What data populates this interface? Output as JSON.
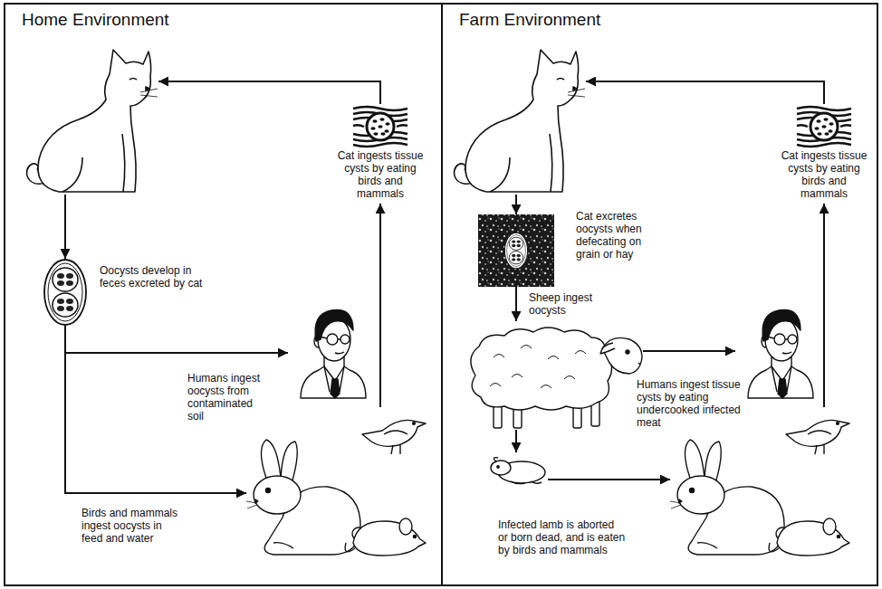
{
  "diagram": {
    "nodes": [
      {
        "text": [
          "Home Environment"
        ]
      },
      {
        "text": [],
        "in": 0
      },
      {
        "text": [
          "Oocysts develop in feces excreted by cat"
        ],
        "in": 0
      },
      {
        "text": [
          "Humans ingest oocysts from contaminated soil"
        ],
        "in": 0
      },
      {
        "text": [
          "Birds and mammals ingest oocysts in feed and water"
        ],
        "in": 0
      },
      {
        "text": [
          "Cat ingests tissue cysts by eating birds and mammals"
        ],
        "in": 0
      },
      {
        "text": [
          "Farm Environment"
        ]
      },
      {
        "text": [],
        "in": 6
      },
      {
        "text": [
          "Cat excretes oocysts when defecating on grain or hay"
        ],
        "in": 6
      },
      {
        "text": [],
        "in": 6
      },
      {
        "text": [
          "Humans ingest tissue cysts by eating undercooked infected meat"
        ],
        "in": 6
      },
      {
        "text": [
          "Infected lamb is aborted or born dead, and is eaten by birds and mammals"
        ],
        "in": 6
      },
      {
        "text": [],
        "in": 6
      },
      {
        "text": [
          "Cat ingests tissue cysts by eating birds and mammals"
        ],
        "in": 6
      }
    ],
    "edges": [
      {
        "from": 1,
        "to": 2,
        "arrow": "to"
      },
      {
        "from": 2,
        "to": 3,
        "arrow": "to"
      },
      {
        "from": 2,
        "to": 4,
        "arrow": "to"
      },
      {
        "from": 4,
        "to": 5,
        "arrow": "to"
      },
      {
        "from": 5,
        "to": 1,
        "arrow": "to"
      },
      {
        "from": 7,
        "to": 8,
        "arrow": "to"
      },
      {
        "from": 8,
        "to": 9,
        "label": "Sheep ingest oocysts",
        "arrow": "to"
      },
      {
        "from": 9,
        "to": 10,
        "arrow": "to"
      },
      {
        "from": 9,
        "to": 11,
        "arrow": "to"
      },
      {
        "from": 11,
        "to": 12,
        "arrow": "to"
      },
      {
        "from": 12,
        "to": 13,
        "arrow": "to"
      },
      {
        "from": 13,
        "to": 7,
        "arrow": "to"
      }
    ]
  }
}
